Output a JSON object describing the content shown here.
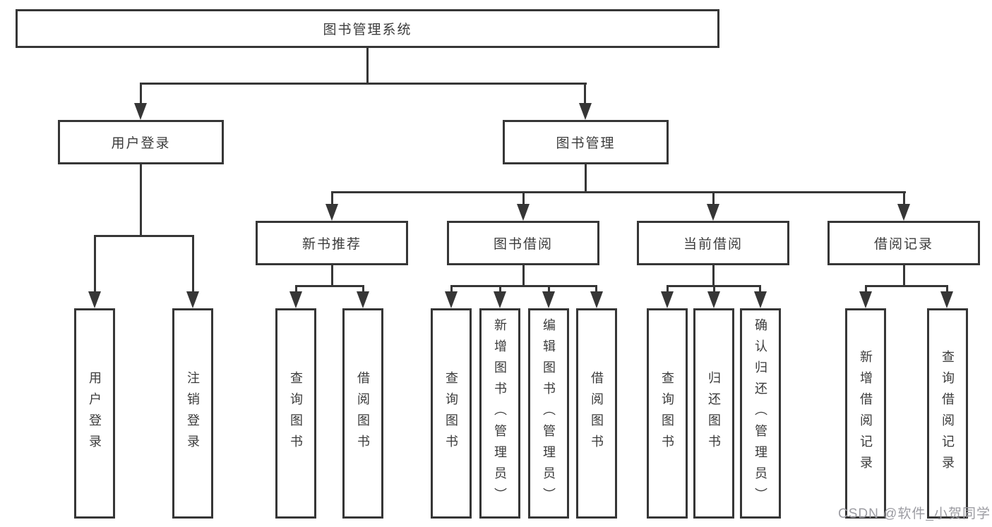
{
  "diagram": {
    "root": {
      "label": "图书管理系统"
    },
    "level2": {
      "userLogin": {
        "label": "用户登录"
      },
      "bookMgmt": {
        "label": "图书管理"
      }
    },
    "level3": {
      "newBooks": {
        "label": "新书推荐"
      },
      "bookBorrow": {
        "label": "图书借阅"
      },
      "currentBorrow": {
        "label": "当前借阅"
      },
      "borrowRecords": {
        "label": "借阅记录"
      }
    },
    "level4": {
      "userLoginDo": {
        "label": "用户登录"
      },
      "logout": {
        "label": "注销登录"
      },
      "newQuery": {
        "label": "查询图书"
      },
      "newBorrow": {
        "label": "借阅图书"
      },
      "bbQuery": {
        "label": "查询图书"
      },
      "bbAdd": {
        "label": "新增图书（管理员）"
      },
      "bbEdit": {
        "label": "编辑图书（管理员）"
      },
      "bbBorrow": {
        "label": "借阅图书"
      },
      "cbQuery": {
        "label": "查询图书"
      },
      "cbReturn": {
        "label": "归还图书"
      },
      "cbConfirm": {
        "label": "确认归还（管理员）"
      },
      "brAdd": {
        "label": "新增借阅记录"
      },
      "brQuery": {
        "label": "查询借阅记录"
      }
    }
  },
  "watermark": {
    "text": "CSDN @软件_小贺同学"
  },
  "colors": {
    "line": "#363636",
    "text": "#3b3b3b",
    "watermark": "#9c9ca2",
    "background": "#ffffff"
  }
}
